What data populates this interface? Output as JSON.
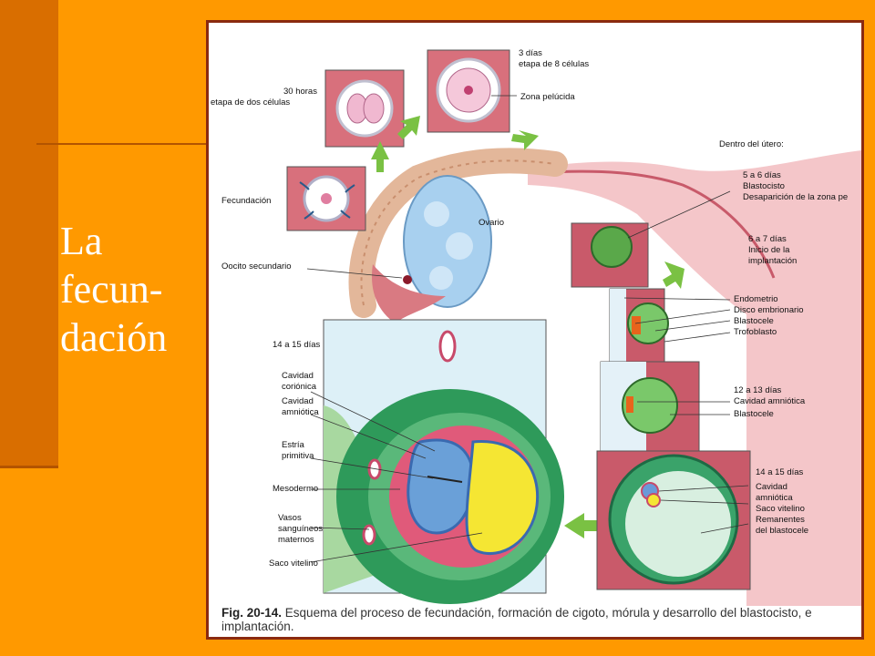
{
  "slide": {
    "title_lines": [
      "La",
      "fecun-",
      "dación"
    ]
  },
  "figure": {
    "labels": {
      "dos_celulas_1": "30 horas",
      "dos_celulas_2": "etapa de dos células",
      "ocho_celulas_1": "3 días",
      "ocho_celulas_2": "etapa de 8 células",
      "zona_pelucida": "Zona pelúcida",
      "dentro_utero": "Dentro del útero:",
      "fecundacion": "Fecundación",
      "ovario": "Ovario",
      "oocito": "Oocito secundario",
      "blasto_1": "5 a 6 días",
      "blasto_2": "Blastocisto",
      "blasto_3": "Desaparición de la zona pe",
      "impl_1": "6 a 7 días",
      "impl_2": "Inicio de la",
      "impl_3": "implantación",
      "endometrio": "Endometrio",
      "disco": "Disco embrionario",
      "blastocele": "Blastocele",
      "trofoblasto": "Trofoblasto",
      "d12_1": "12 a 13 días",
      "d12_2": "Cavidad amniótica",
      "d12_3": "Blastocele",
      "big_days": "14 a 15 días",
      "cav_corionica_1": "Cavidad",
      "cav_corionica_2": "coriónica",
      "cav_amniotica_1": "Cavidad",
      "cav_amniotica_2": "amniótica",
      "estria_1": "Estría",
      "estria_2": "primitiva",
      "mesodermo": "Mesodermo",
      "vasos_1": "Vasos",
      "vasos_2": "sanguíneos",
      "vasos_3": "maternos",
      "saco_vitelino": "Saco vitelino",
      "r_days": "14 a 15 días",
      "r_cav_1": "Cavidad",
      "r_cav_2": "amniótica",
      "r_saco": "Saco vitelino",
      "r_rem_1": "Remanentes",
      "r_rem_2": "del blastocele"
    },
    "caption_label": "Fig. 20-14.",
    "caption_text": "Esquema del proceso de fecundación, formación de cigoto, mórula y desarrollo del blastocisto, e implantación."
  }
}
